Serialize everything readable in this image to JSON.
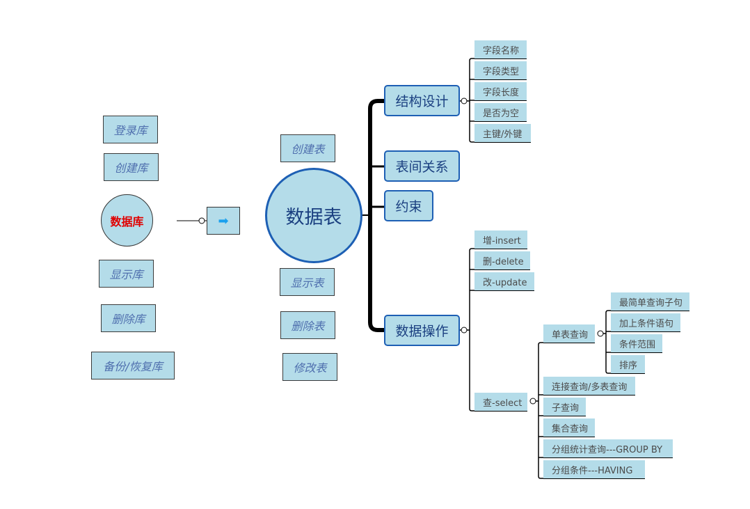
{
  "database": {
    "label": "数据库",
    "arrow": "➡",
    "ops": [
      "登录库",
      "创建库",
      "显示库",
      "删除库",
      "备份/恢复库"
    ]
  },
  "table": {
    "label": "数据表",
    "ops": [
      "创建表",
      "显示表",
      "删除表",
      "修改表"
    ]
  },
  "branches": {
    "structure": {
      "label": "结构设计",
      "children": [
        "字段名称",
        "字段类型",
        "字段长度",
        "是否为空",
        "主键/外键"
      ]
    },
    "relation": {
      "label": "表间关系"
    },
    "constraint": {
      "label": "约束"
    },
    "operation": {
      "label": "数据操作",
      "children": [
        "增-insert",
        "删-delete",
        "改-update"
      ],
      "select": {
        "label": "查-select",
        "single": {
          "label": "单表查询",
          "children": [
            "最简单查询子句",
            "加上条件语句",
            "条件范围",
            "排序"
          ]
        },
        "others": [
          "连接查询/多表查询",
          "子查询",
          "集合查询",
          "分组统计查询---GROUP BY",
          "分组条件---HAVING"
        ]
      }
    }
  },
  "colors": {
    "node_fill": "#b4dce9",
    "branch_border": "#1d5fb4",
    "branch_text": "#1a3f80",
    "italic_text": "#4f6fae",
    "database_text": "#e00000",
    "arrow": "#1aa0ee",
    "line": "#000000"
  }
}
